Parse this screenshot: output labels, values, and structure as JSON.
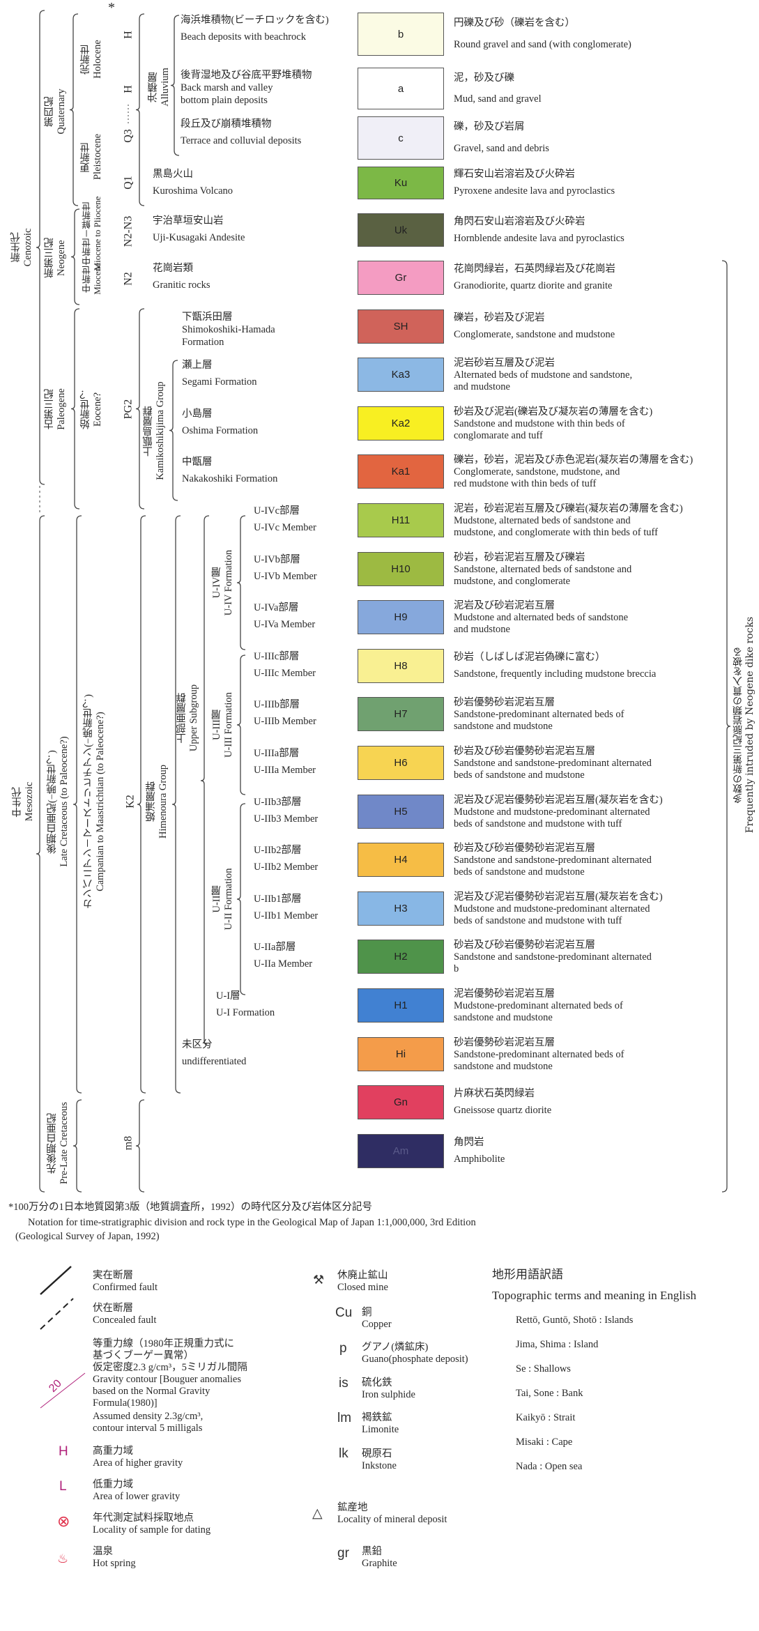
{
  "header": {
    "asterisk": "*"
  },
  "labels": {
    "era_cenozoic": {
      "jp": "新生代",
      "en": "Cenozoic"
    },
    "era_mesozoic": {
      "jp": "中生代",
      "en": "Mesozoic"
    },
    "period_quaternary": {
      "jp": "第四紀",
      "en": "Quaternary"
    },
    "period_neogene": {
      "jp": "新第三紀",
      "en": "Neogene"
    },
    "period_paleogene": {
      "jp": "古第三紀",
      "en": "Paleogene"
    },
    "period_late_cretaceous": {
      "jp": "後期白亜紀(−暁新世？)",
      "en": "Late Cretaceous (to Paleocene?)"
    },
    "period_pre_late_cretaceous": {
      "jp": "先後期白亜紀",
      "en": "Pre-Late Cretaceous"
    },
    "epoch_holocene": {
      "jp": "完新世",
      "en": "Holocene"
    },
    "epoch_pleistocene": {
      "jp": "更新世",
      "en": "Pleistocene"
    },
    "epoch_miocene_pliocene": {
      "jp": "中新世－鮮新世",
      "en": "Miocene to Pliocene"
    },
    "epoch_miocene": {
      "jp": "中新世",
      "en": "Miocene"
    },
    "epoch_eocene": {
      "jp": "始新世？",
      "en": "Eocene?"
    },
    "epoch_campanian": {
      "jp": "カンパニアン－マーストリヒチアン(−暁新世？)",
      "en": "Campanian to Maastrichtian (to Paleocene?)"
    },
    "alluvium": {
      "jp": "沖積層",
      "en": "Alluvium"
    },
    "kamikoshikijima": {
      "jp": "上甑島層群",
      "en": "Kamikoshikijima Group"
    },
    "himenoura": {
      "jp": "姫浦層群",
      "en": "Himenoura Group"
    },
    "upper_subgroup": {
      "jp": "上部亜層群",
      "en": "Upper Subgroup"
    },
    "u4": {
      "jp": "U-IV層",
      "en": "U-IV Formation"
    },
    "u3": {
      "jp": "U-III層",
      "en": "U-III Formation"
    },
    "u2": {
      "jp": "U-II層",
      "en": "U-II Formation"
    }
  },
  "codes": {
    "h1": "H",
    "h2": "H",
    "q3": "Q3",
    "q1": "Q1",
    "n2n3": "N2-N3",
    "n2": "N2",
    "pg2": "PG2",
    "k2": "K2",
    "m8": "m8"
  },
  "units": [
    {
      "code": "b",
      "color": "#fbfbe4",
      "name_jp": "海浜堆積物(ビーチロックを含む)",
      "name_en": "Beach deposits with beachrock",
      "desc_jp": "円礫及び砂（礫岩を含む）",
      "desc_en": "Round gravel and sand (with conglomerate)"
    },
    {
      "code": "a",
      "color": "#ffffff",
      "name_jp": "後背湿地及び谷底平野堆積物",
      "name_en": "Back marsh and valley\nbottom plain deposits",
      "desc_jp": "泥，砂及び礫",
      "desc_en": "Mud, sand and gravel"
    },
    {
      "code": "c",
      "color": "#f0eff7",
      "name_jp": "段丘及び崩積堆積物",
      "name_en": "Terrace and colluvial deposits",
      "desc_jp": "礫，砂及び岩屑",
      "desc_en": "Gravel, sand  and debris"
    },
    {
      "code": "Ku",
      "color": "#7cb846",
      "name_jp": "黒島火山",
      "name_en": "Kuroshima Volcano",
      "desc_jp": "輝石安山岩溶岩及び火砕岩",
      "desc_en": "Pyroxene andesite lava and pyroclastics"
    },
    {
      "code": "Uk",
      "color": "#5a6142",
      "name_jp": "宇治草垣安山岩",
      "name_en": "Uji-Kusagaki Andesite",
      "desc_jp": "角閃石安山岩溶岩及び火砕岩",
      "desc_en": "Hornblende andesite lava and pyroclastics"
    },
    {
      "code": "Gr",
      "color": "#f49cc2",
      "name_jp": "花崗岩類",
      "name_en": "Granitic rocks",
      "desc_jp": "花崗閃緑岩，石英閃緑岩及び花崗岩",
      "desc_en": "Granodiorite, quartz diorite and granite"
    },
    {
      "code": "SH",
      "color": "#d0635a",
      "name_jp": "下甑浜田層",
      "name_en": "Shimokoshiki-Hamada\nFormation",
      "desc_jp": "礫岩，砂岩及び泥岩",
      "desc_en": "Conglomerate, sandstone and mudstone"
    },
    {
      "code": "Ka3",
      "color": "#8cb8e4",
      "name_jp": "瀬上層",
      "name_en": "Segami Formation",
      "desc_jp": "泥岩砂岩互層及び泥岩",
      "desc_en": "Alternated beds of mudstone and sandstone,\nand mudstone"
    },
    {
      "code": "Ka2",
      "color": "#f8ef22",
      "name_jp": "小島層",
      "name_en": "Oshima Formation",
      "desc_jp": "砂岩及び泥岩(礫岩及び凝灰岩の薄層を含む)",
      "desc_en": "Sandstone and mudstone with thin beds of\nconglomarate and tuff"
    },
    {
      "code": "Ka1",
      "color": "#e26540",
      "name_jp": "中甑層",
      "name_en": "Nakakoshiki Formation",
      "desc_jp": "礫岩，砂岩，泥岩及び赤色泥岩(凝灰岩の薄層を含む)",
      "desc_en": "Conglomerate, sandstone, mudstone, and\nred mudstone with thin beds of tuff"
    },
    {
      "code": "H11",
      "color": "#a8ca4c",
      "name_jp": "U-IVc部層",
      "name_en": "U-IVc Member",
      "desc_jp": "泥岩，砂岩泥岩互層及び礫岩(凝灰岩の薄層を含む)",
      "desc_en": "Mudstone, alternated beds of sandstone and\nmudstone, and conglomerate with thin beds of tuff"
    },
    {
      "code": "H10",
      "color": "#9dba42",
      "name_jp": "U-IVb部層",
      "name_en": "U-IVb Member",
      "desc_jp": "砂岩，砂岩泥岩互層及び礫岩",
      "desc_en": "Sandstone, alternated beds of sandstone and\nmudstone, and conglomerate"
    },
    {
      "code": "H9",
      "color": "#86a8dc",
      "name_jp": "U-IVa部層",
      "name_en": "U-IVa Member",
      "desc_jp": "泥岩及び砂岩泥岩互層",
      "desc_en": "Mudstone and alternated beds of sandstone\nand mudstone"
    },
    {
      "code": "H8",
      "color": "#f9f092",
      "name_jp": "U-IIIc部層",
      "name_en": "U-IIIc Member",
      "desc_jp": "砂岩（しばしば泥岩偽礫に富む）",
      "desc_en": "Sandstone, frequently including mudstone breccia"
    },
    {
      "code": "H7",
      "color": "#70a170",
      "name_jp": "U-IIIb部層",
      "name_en": "U-IIIb Member",
      "desc_jp": "砂岩優勢砂岩泥岩互層",
      "desc_en": "Sandstone-predominant alternated beds of\nsandstone and mudstone"
    },
    {
      "code": "H6",
      "color": "#f7d452",
      "name_jp": "U-IIIa部層",
      "name_en": "U-IIIa Member",
      "desc_jp": "砂岩及び砂岩優勢砂岩泥岩互層",
      "desc_en": "Sandstone and sandstone-predominant alternated\nbeds of sandstone and mudstone"
    },
    {
      "code": "H5",
      "color": "#7088c8",
      "name_jp": "U-IIb3部層",
      "name_en": "U-IIb3 Member",
      "desc_jp": "泥岩及び泥岩優勢砂岩泥岩互層(凝灰岩を含む)",
      "desc_en": "Mudstone and mudstone-predominant alternated\nbeds of sandstone and mudstone with tuff"
    },
    {
      "code": "H4",
      "color": "#f6bd45",
      "name_jp": "U-IIb2部層",
      "name_en": "U-IIb2 Member",
      "desc_jp": "砂岩及び砂岩優勢砂岩泥岩互層",
      "desc_en": "Sandstone and sandstone-predominant alternated\nbeds of sandstone and mudstone"
    },
    {
      "code": "H3",
      "color": "#88b7e5",
      "name_jp": "U-IIb1部層",
      "name_en": "U-IIb1 Member",
      "desc_jp": "泥岩及び泥岩優勢砂岩泥岩互層(凝灰岩を含む)",
      "desc_en": "Mudstone and mudstone-predominant alternated\nbeds of sandstone and mudstone with tuff"
    },
    {
      "code": "H2",
      "color": "#4f934a",
      "name_jp": "U-IIa部層",
      "name_en": "U-IIa Member",
      "desc_jp": "砂岩及び砂岩優勢砂岩泥岩互層",
      "desc_en": "Sandstone and sandstone-predominant alternated\nb"
    },
    {
      "code": "H1",
      "color": "#4181d2",
      "name_jp": "U-I層",
      "name_en": "U-I Formation",
      "desc_jp": "泥岩優勢砂岩泥岩互層",
      "desc_en": "Mudstone-predominant alternated beds of\nsandstone and mudstone"
    },
    {
      "code": "Hi",
      "color": "#f49c4a",
      "name_jp": "未区分",
      "name_en": "undifferentiated",
      "desc_jp": "砂岩優勢砂岩泥岩互層",
      "desc_en": "Sandstone-predominant alternated beds of\nsandstone and mudstone"
    },
    {
      "code": "Gn",
      "color": "#e1405f",
      "name_jp": "",
      "name_en": "",
      "desc_jp": "片麻状石英閃緑岩",
      "desc_en": "Gneissose quartz diorite"
    },
    {
      "code": "Am",
      "color": "#2f2d63",
      "name_jp": "",
      "name_en": "",
      "desc_jp": "角閃岩",
      "desc_en": "Amphibolite"
    }
  ],
  "intrusion_note": {
    "jp": "多数の新第三紀脈岩類の貫入を被る",
    "en": "Frequently intruded by Neogene dike rocks"
  },
  "footnote": {
    "jp": "*100万分の1日本地質図第3版（地質調査所，1992）の時代区分及び岩体区分記号",
    "en1": "Notation for time-stratigraphic division and rock type in the Geological Map of Japan 1:1,000,000, 3rd Edition",
    "en2": "(Geological Survey of Japan, 1992)"
  },
  "symbols": {
    "confirmed_fault": {
      "jp": "実在断層",
      "en": "Confirmed fault"
    },
    "concealed_fault": {
      "jp": "伏在断層",
      "en": "Concealed fault"
    },
    "gravity_contour": {
      "value": "20",
      "lines": [
        "等重力線（1980年正規重力式に",
        "基づくブーゲー異常）",
        "仮定密度2.3 g/cm³，5ミリガル間隔",
        "Gravity contour [Bouguer anomalies",
        "based on the Normal Gravity",
        "Formula(1980)]",
        "Assumed density 2.3g/cm³,",
        "contour interval 5 milligals"
      ]
    },
    "higher_gravity": {
      "mark": "H",
      "jp": "高重力域",
      "en": "Area of higher gravity"
    },
    "lower_gravity": {
      "mark": "L",
      "jp": "低重力域",
      "en": "Area of lower gravity"
    },
    "dating_sample": {
      "mark": "⊗",
      "jp": "年代測定試料採取地点",
      "en": "Locality of sample for dating"
    },
    "hot_spring": {
      "mark": "♨",
      "jp": "温泉",
      "en": "Hot spring"
    },
    "closed_mine": {
      "mark": "⚒",
      "jp": "休廃止鉱山",
      "en": "Closed mine"
    },
    "copper": {
      "mark": "Cu",
      "jp": "銅",
      "en": "Copper"
    },
    "guano": {
      "mark": "p",
      "jp": "グアノ(燐鉱床)",
      "en": "Guano(phosphate deposit)"
    },
    "iron_sulphide": {
      "mark": "is",
      "jp": "硫化鉄",
      "en": "Iron sulphide"
    },
    "limonite": {
      "mark": "lm",
      "jp": "褐鉄鉱",
      "en": "Limonite"
    },
    "inkstone": {
      "mark": "lk",
      "jp": "硯原石",
      "en": "Inkstone"
    },
    "mineral_deposit": {
      "mark": "△",
      "jp": "鉱産地",
      "en": "Locality of mineral deposit"
    },
    "graphite": {
      "mark": "gr",
      "jp": "黒鉛",
      "en": "Graphite"
    }
  },
  "topographic": {
    "title_jp": "地形用語訳語",
    "title_en": "Topographic terms and meaning in English",
    "terms": [
      "Rettō, Guntō, Shotō : Islands",
      "Jima, Shima : Island",
      "Se : Shallows",
      "Tai, Sone : Bank",
      "Kaikyō : Strait",
      "Misaki : Cape",
      "Nada : Open sea"
    ]
  }
}
